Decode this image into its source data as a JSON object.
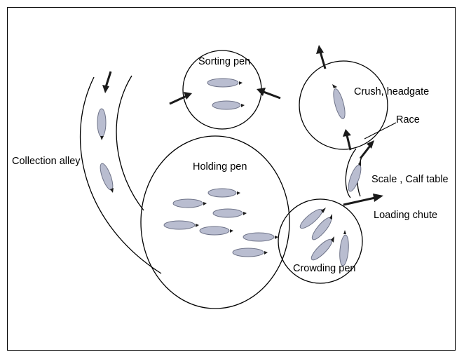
{
  "labels": {
    "sorting_pen": "Sorting pen",
    "crush_headgate": "Crush, headgate",
    "race": "Race",
    "collection_alley": "Collection alley",
    "holding_pen": "Holding pen",
    "scale_calf_table": "Scale , Calf table",
    "loading_chute": "Loading chute",
    "crowding_pen": "Crowding pen"
  },
  "colors": {
    "cattle_fill": "#b9bdd0",
    "cattle_outline": "#6e7388",
    "line": "#000000",
    "arrow": "#1a1a1a"
  }
}
